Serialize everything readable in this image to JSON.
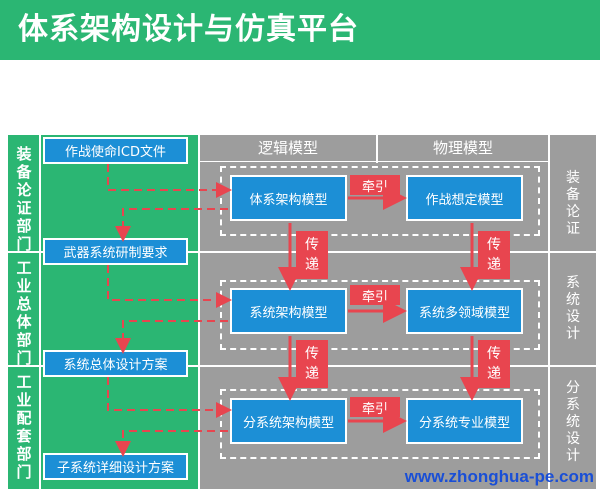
{
  "title": "体系架构设计与仿真平台",
  "departments": [
    {
      "label": "装备论证部门"
    },
    {
      "label": "工业总体部门"
    },
    {
      "label": "工业配套部门"
    }
  ],
  "left_boxes": [
    {
      "label": "作战使命ICD文件"
    },
    {
      "label": "武器系统研制要求"
    },
    {
      "label": "系统总体设计方案"
    },
    {
      "label": "子系统详细设计方案"
    }
  ],
  "columns": {
    "logical": "逻辑模型",
    "physical": "物理模型"
  },
  "models": {
    "row1_logical": "体系架构模型",
    "row1_physical": "作战想定模型",
    "row2_logical": "系统架构模型",
    "row2_physical": "系统多领域模型",
    "row3_logical": "分系统架构模型",
    "row3_physical": "分系统专业模型"
  },
  "relations": {
    "traction": "牵引",
    "transfer_1": "传",
    "transfer_2": "递"
  },
  "right_labels": [
    {
      "label": "装备论证"
    },
    {
      "label": "系统设计"
    },
    {
      "label": "分系统设计"
    }
  ],
  "watermark": "www.zhonghua-pe.com",
  "colors": {
    "green": "#2bb673",
    "blue": "#1c8fd6",
    "red": "#e8454f",
    "gray": "#9d9d9d"
  }
}
